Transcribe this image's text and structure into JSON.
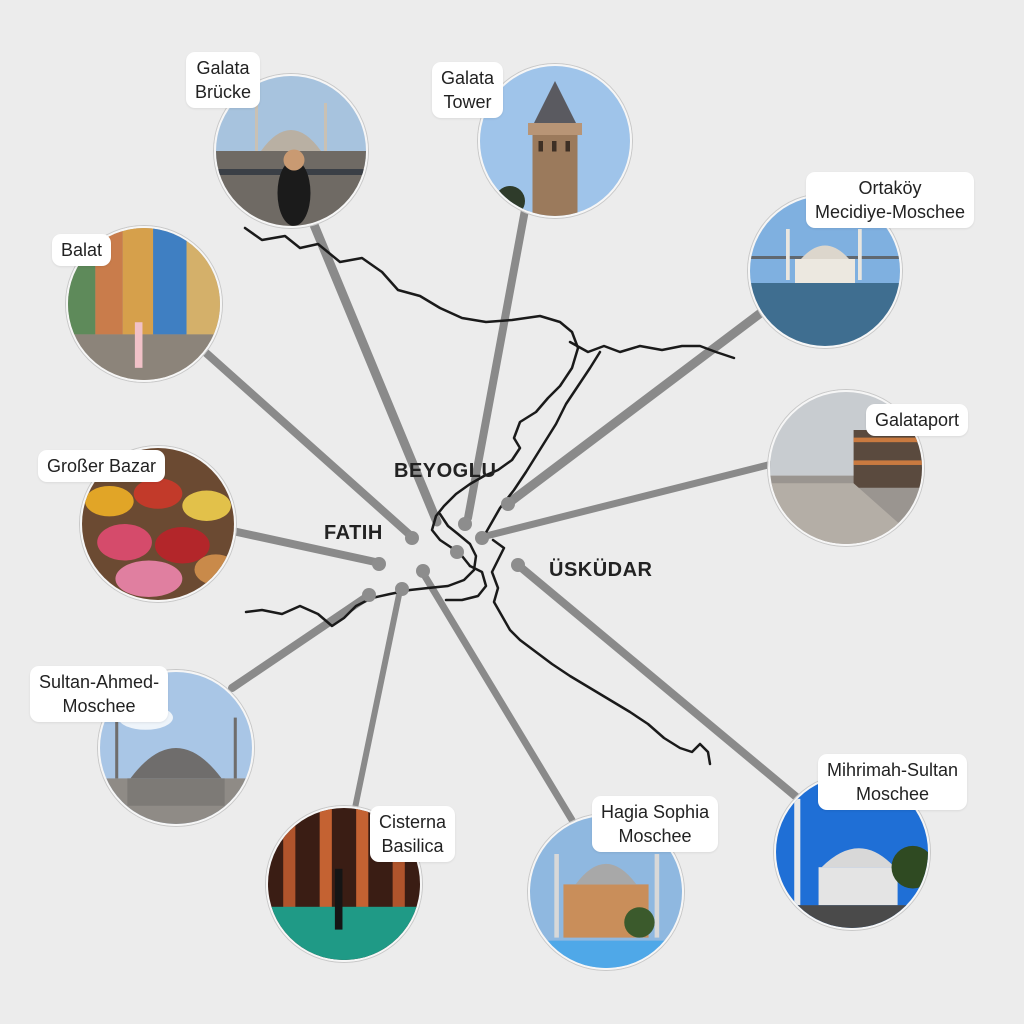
{
  "districts": {
    "fatih": "FATIH",
    "beyoglu": "BEYOGLU",
    "uskudar": "ÜSKÜDAR"
  },
  "places": {
    "galata_bruecke": "Galata\nBrücke",
    "galata_tower": "Galata\nTower",
    "ortakoey": "Ortaköy\nMecidiye-Moschee",
    "balat": "Balat",
    "galataport": "Galataport",
    "grosser_bazar": "Großer Bazar",
    "sultan_ahmed": "Sultan-Ahmed-\nMoschee",
    "cisterna": "Cisterna\nBasilica",
    "hagia_sophia": "Hagia Sophia\nMoschee",
    "mihrimah": "Mihrimah-Sultan\nMoschee"
  },
  "colors": {
    "background": "#ececec",
    "connector": "#8a8a8a",
    "marker": "#8d8d8d",
    "coastline": "#1a1a1a"
  }
}
